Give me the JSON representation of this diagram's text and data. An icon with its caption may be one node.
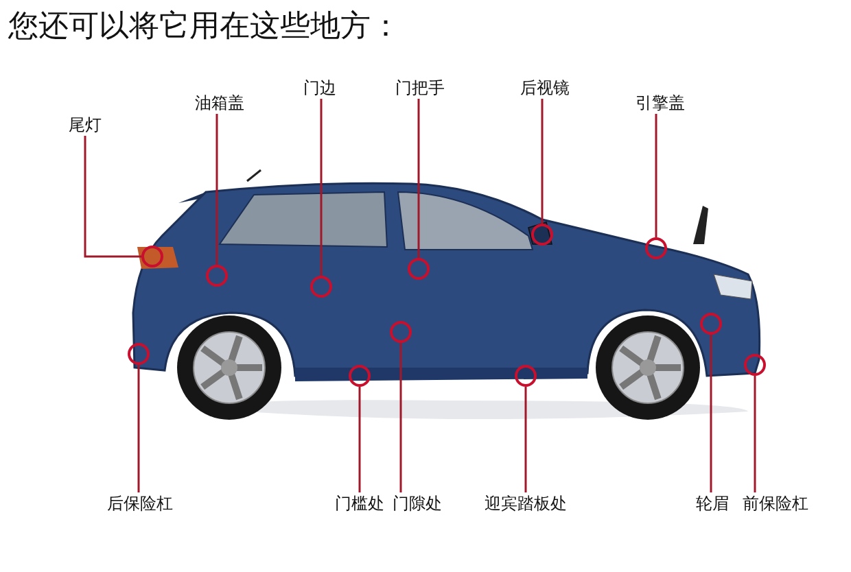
{
  "diagram": {
    "title": "您还可以将它用在这些地方：",
    "nodes": [
      {
        "text": [
          "尾灯"
        ]
      },
      {
        "text": [
          "油箱盖"
        ]
      },
      {
        "text": [
          "门边"
        ]
      },
      {
        "text": [
          "门把手"
        ]
      },
      {
        "text": [
          "后视镜"
        ]
      },
      {
        "text": [
          "引擎盖"
        ]
      },
      {
        "text": [],
        "shape": "circle"
      },
      {
        "text": [],
        "shape": "circle"
      },
      {
        "text": [],
        "shape": "circle"
      },
      {
        "text": [],
        "shape": "circle"
      },
      {
        "text": [],
        "shape": "circle"
      },
      {
        "text": [],
        "shape": "circle"
      },
      {
        "text": [],
        "shape": "circle"
      },
      {
        "text": [],
        "shape": "circle"
      },
      {
        "text": [],
        "shape": "circle"
      },
      {
        "text": [],
        "shape": "circle"
      },
      {
        "text": [],
        "shape": "circle"
      },
      {
        "text": [],
        "shape": "circle"
      },
      {
        "text": [
          "后保险杠"
        ]
      },
      {
        "text": [
          "门槛处"
        ]
      },
      {
        "text": [
          "门隙处"
        ]
      },
      {
        "text": [
          "迎宾踏板处"
        ]
      },
      {
        "text": [
          "轮眉"
        ]
      },
      {
        "text": [
          "前保险杠"
        ]
      }
    ],
    "edges": [
      {
        "from": 0,
        "to": 6,
        "arrow": "none"
      },
      {
        "from": 1,
        "to": 7,
        "arrow": "none"
      },
      {
        "from": 2,
        "to": 8,
        "arrow": "none"
      },
      {
        "from": 3,
        "to": 9,
        "arrow": "none"
      },
      {
        "from": 4,
        "to": 10,
        "arrow": "none"
      },
      {
        "from": 5,
        "to": 11,
        "arrow": "none"
      },
      {
        "from": 18,
        "to": 12,
        "arrow": "none"
      },
      {
        "from": 19,
        "to": 13,
        "arrow": "none"
      },
      {
        "from": 20,
        "to": 14,
        "arrow": "none"
      },
      {
        "from": 21,
        "to": 15,
        "arrow": "none"
      },
      {
        "from": 22,
        "to": 16,
        "arrow": "none"
      },
      {
        "from": 23,
        "to": 17,
        "arrow": "none"
      }
    ]
  }
}
